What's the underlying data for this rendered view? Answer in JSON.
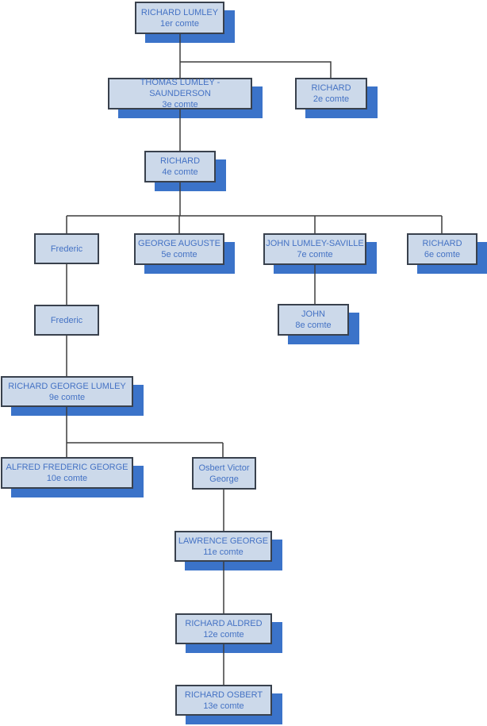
{
  "diagram": {
    "type": "family-tree-org-chart",
    "background": "#ffffff",
    "colors": {
      "box_fill": "#ccd9ea",
      "box_border": "#39414d",
      "box_shadow": "#3b73c9",
      "text": "#4472c4",
      "connector": "#3d3d3d"
    },
    "nodes": {
      "earl1": {
        "name": "RICHARD LUMLEY",
        "title": "1er comte"
      },
      "earl3": {
        "name": "THOMAS LUMLEY -SAUNDERSON",
        "title": "3e comte"
      },
      "earl2": {
        "name": "RICHARD",
        "title": "2e comte"
      },
      "earl4": {
        "name": "RICHARD",
        "title": "4e comte"
      },
      "frederic_a": {
        "name": "Frederic",
        "title": ""
      },
      "earl5": {
        "name": "GEORGE AUGUSTE",
        "title": "5e comte"
      },
      "earl7": {
        "name": "JOHN LUMLEY-SAVILLE",
        "title": "7e comte"
      },
      "earl6": {
        "name": "RICHARD",
        "title": "6e comte"
      },
      "frederic_b": {
        "name": "Frederic",
        "title": ""
      },
      "earl8": {
        "name": "JOHN",
        "title": "8e comte"
      },
      "earl9": {
        "name": "RICHARD GEORGE LUMLEY",
        "title": "9e comte"
      },
      "earl10": {
        "name": "ALFRED FREDERIC GEORGE",
        "title": "10e comte"
      },
      "osbert": {
        "name": "Osbert Victor George",
        "title": ""
      },
      "earl11": {
        "name": "LAWRENCE GEORGE",
        "title": "11e comte"
      },
      "earl12": {
        "name": "RICHARD ALDRED",
        "title": "12e comte"
      },
      "earl13": {
        "name": "RICHARD OSBERT",
        "title": "13e comte"
      }
    },
    "edges": [
      [
        "earl1",
        "earl3"
      ],
      [
        "earl1",
        "earl2"
      ],
      [
        "earl3",
        "earl4"
      ],
      [
        "earl4",
        "frederic_a"
      ],
      [
        "earl4",
        "earl5"
      ],
      [
        "earl4",
        "earl7"
      ],
      [
        "earl4",
        "earl6"
      ],
      [
        "frederic_a",
        "frederic_b"
      ],
      [
        "earl7",
        "earl8"
      ],
      [
        "frederic_b",
        "earl9"
      ],
      [
        "earl9",
        "earl10"
      ],
      [
        "earl9",
        "osbert"
      ],
      [
        "osbert",
        "earl11"
      ],
      [
        "earl11",
        "earl12"
      ],
      [
        "earl12",
        "earl13"
      ]
    ]
  }
}
